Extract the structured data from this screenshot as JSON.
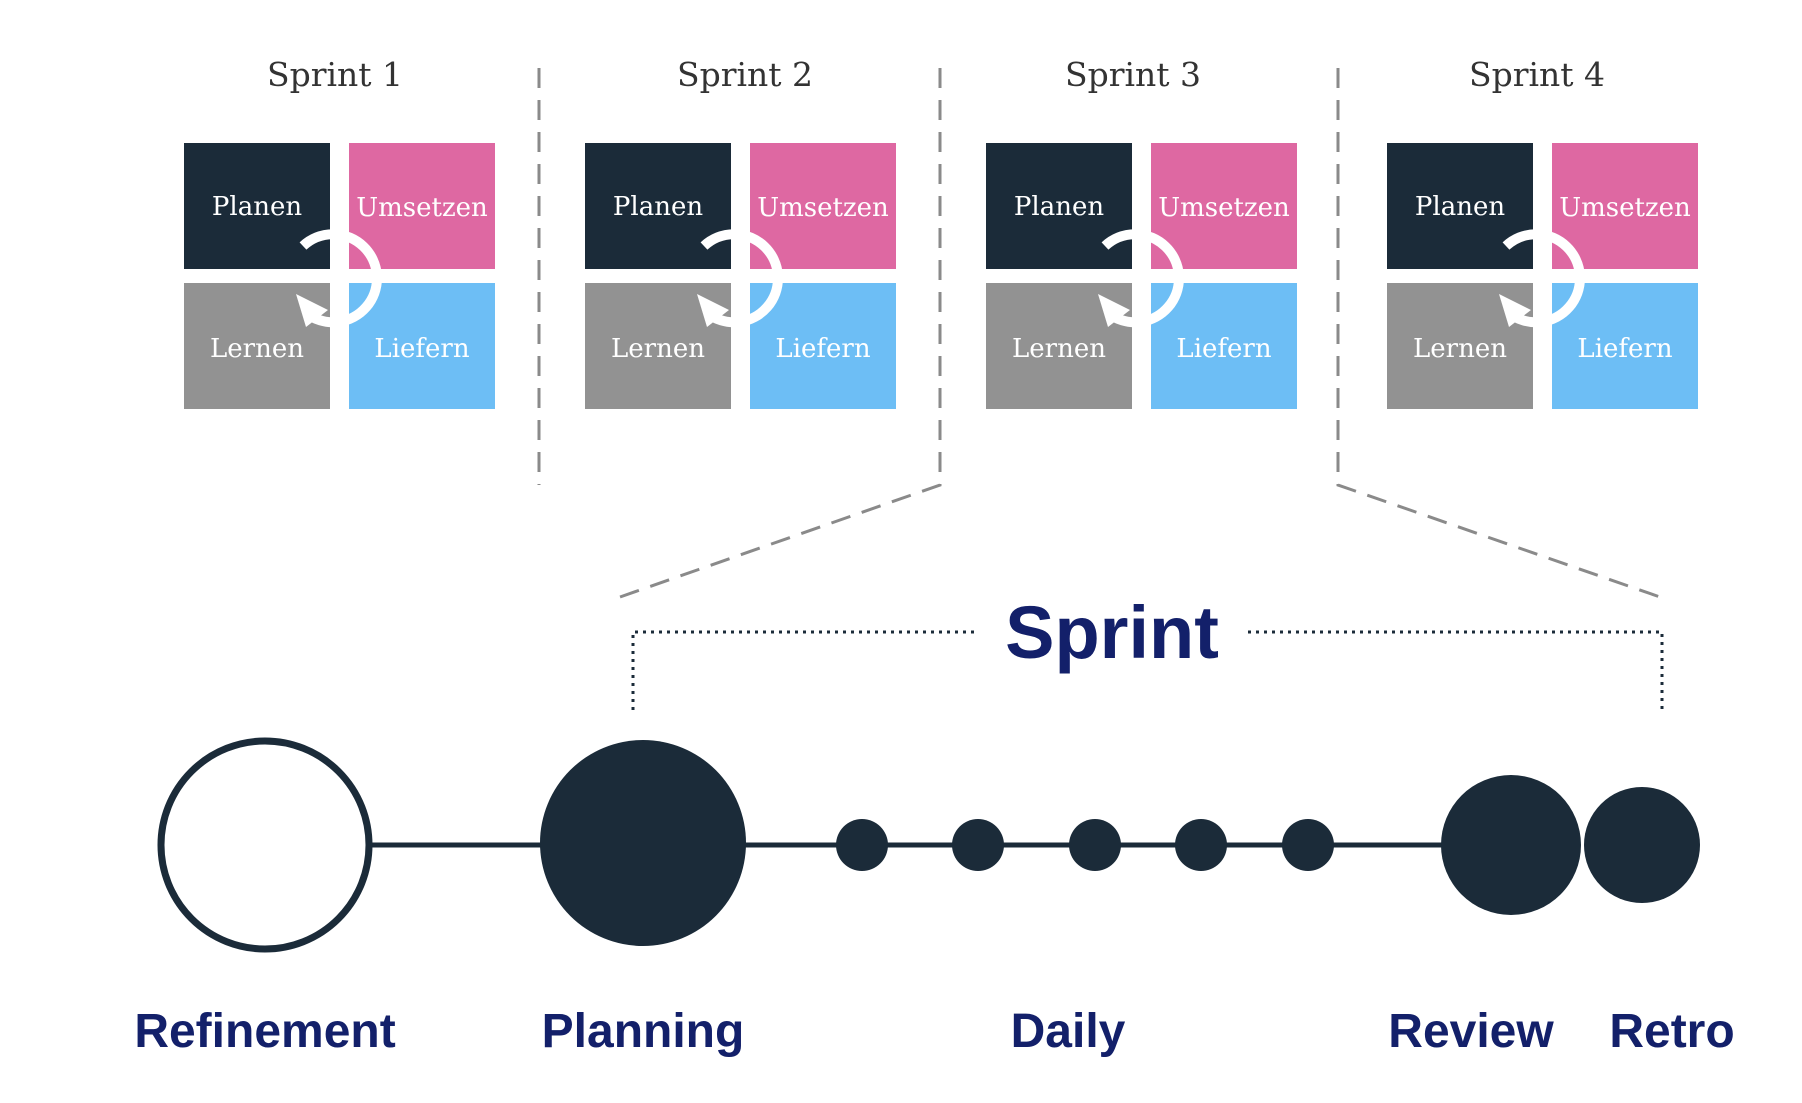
{
  "sprints": [
    {
      "title": "Sprint 1"
    },
    {
      "title": "Sprint 2"
    },
    {
      "title": "Sprint 3"
    },
    {
      "title": "Sprint 4"
    }
  ],
  "quadrants": [
    {
      "key": "plan",
      "label": "Planen",
      "color": "#1b2b39"
    },
    {
      "key": "execute",
      "label": "Umsetzen",
      "color": "#de68a2"
    },
    {
      "key": "learn",
      "label": "Lernen",
      "color": "#929292"
    },
    {
      "key": "deliver",
      "label": "Liefern",
      "color": "#6dbef5"
    }
  ],
  "sprint_bracket_label": "Sprint",
  "events": [
    {
      "key": "refinement",
      "label": "Refinement",
      "filled": false
    },
    {
      "key": "planning",
      "label": "Planning",
      "filled": true
    },
    {
      "key": "daily",
      "label": "Daily",
      "filled": true
    },
    {
      "key": "review",
      "label": "Review",
      "filled": true
    },
    {
      "key": "retro",
      "label": "Retro",
      "filled": true
    }
  ],
  "colors": {
    "dark": "#1b2b39",
    "navy_text": "#13206a",
    "divider": "#8a8a8a"
  }
}
